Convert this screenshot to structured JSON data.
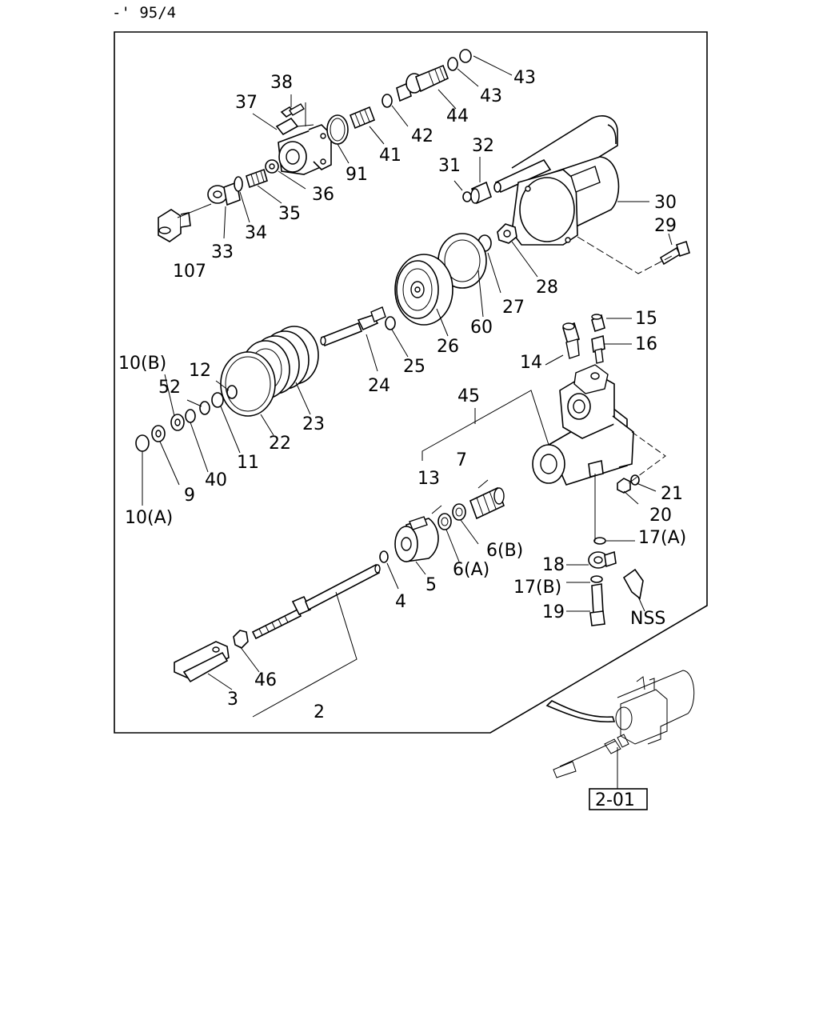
{
  "header": {
    "code": "-' 95/4"
  },
  "reference": {
    "box_label": "2-01"
  },
  "labels": {
    "p43a": "43",
    "p43b": "43",
    "p44": "44",
    "p42": "42",
    "p41": "41",
    "p91": "91",
    "p38": "38",
    "p37": "37",
    "p36": "36",
    "p35": "35",
    "p34": "34",
    "p33": "33",
    "p107": "107",
    "p32": "32",
    "p31": "31",
    "p30": "30",
    "p29": "29",
    "p28": "28",
    "p27": "27",
    "p60": "60",
    "p26": "26",
    "p25": "25",
    "p24": "24",
    "p23": "23",
    "p22": "22",
    "p12": "12",
    "p11": "11",
    "p52": "52",
    "p40": "40",
    "p10b": "10(B)",
    "p9": "9",
    "p10a": "10(A)",
    "p15": "15",
    "p16": "16",
    "p14": "14",
    "p45": "45",
    "p21": "21",
    "p20": "20",
    "p17a": "17(A)",
    "p18": "18",
    "p17b": "17(B)",
    "p19": "19",
    "nss": "NSS",
    "p7": "7",
    "p13": "13",
    "p6b": "6(B)",
    "p6a": "6(A)",
    "p5": "5",
    "p4": "4",
    "p46": "46",
    "p3": "3",
    "p2": "2"
  }
}
